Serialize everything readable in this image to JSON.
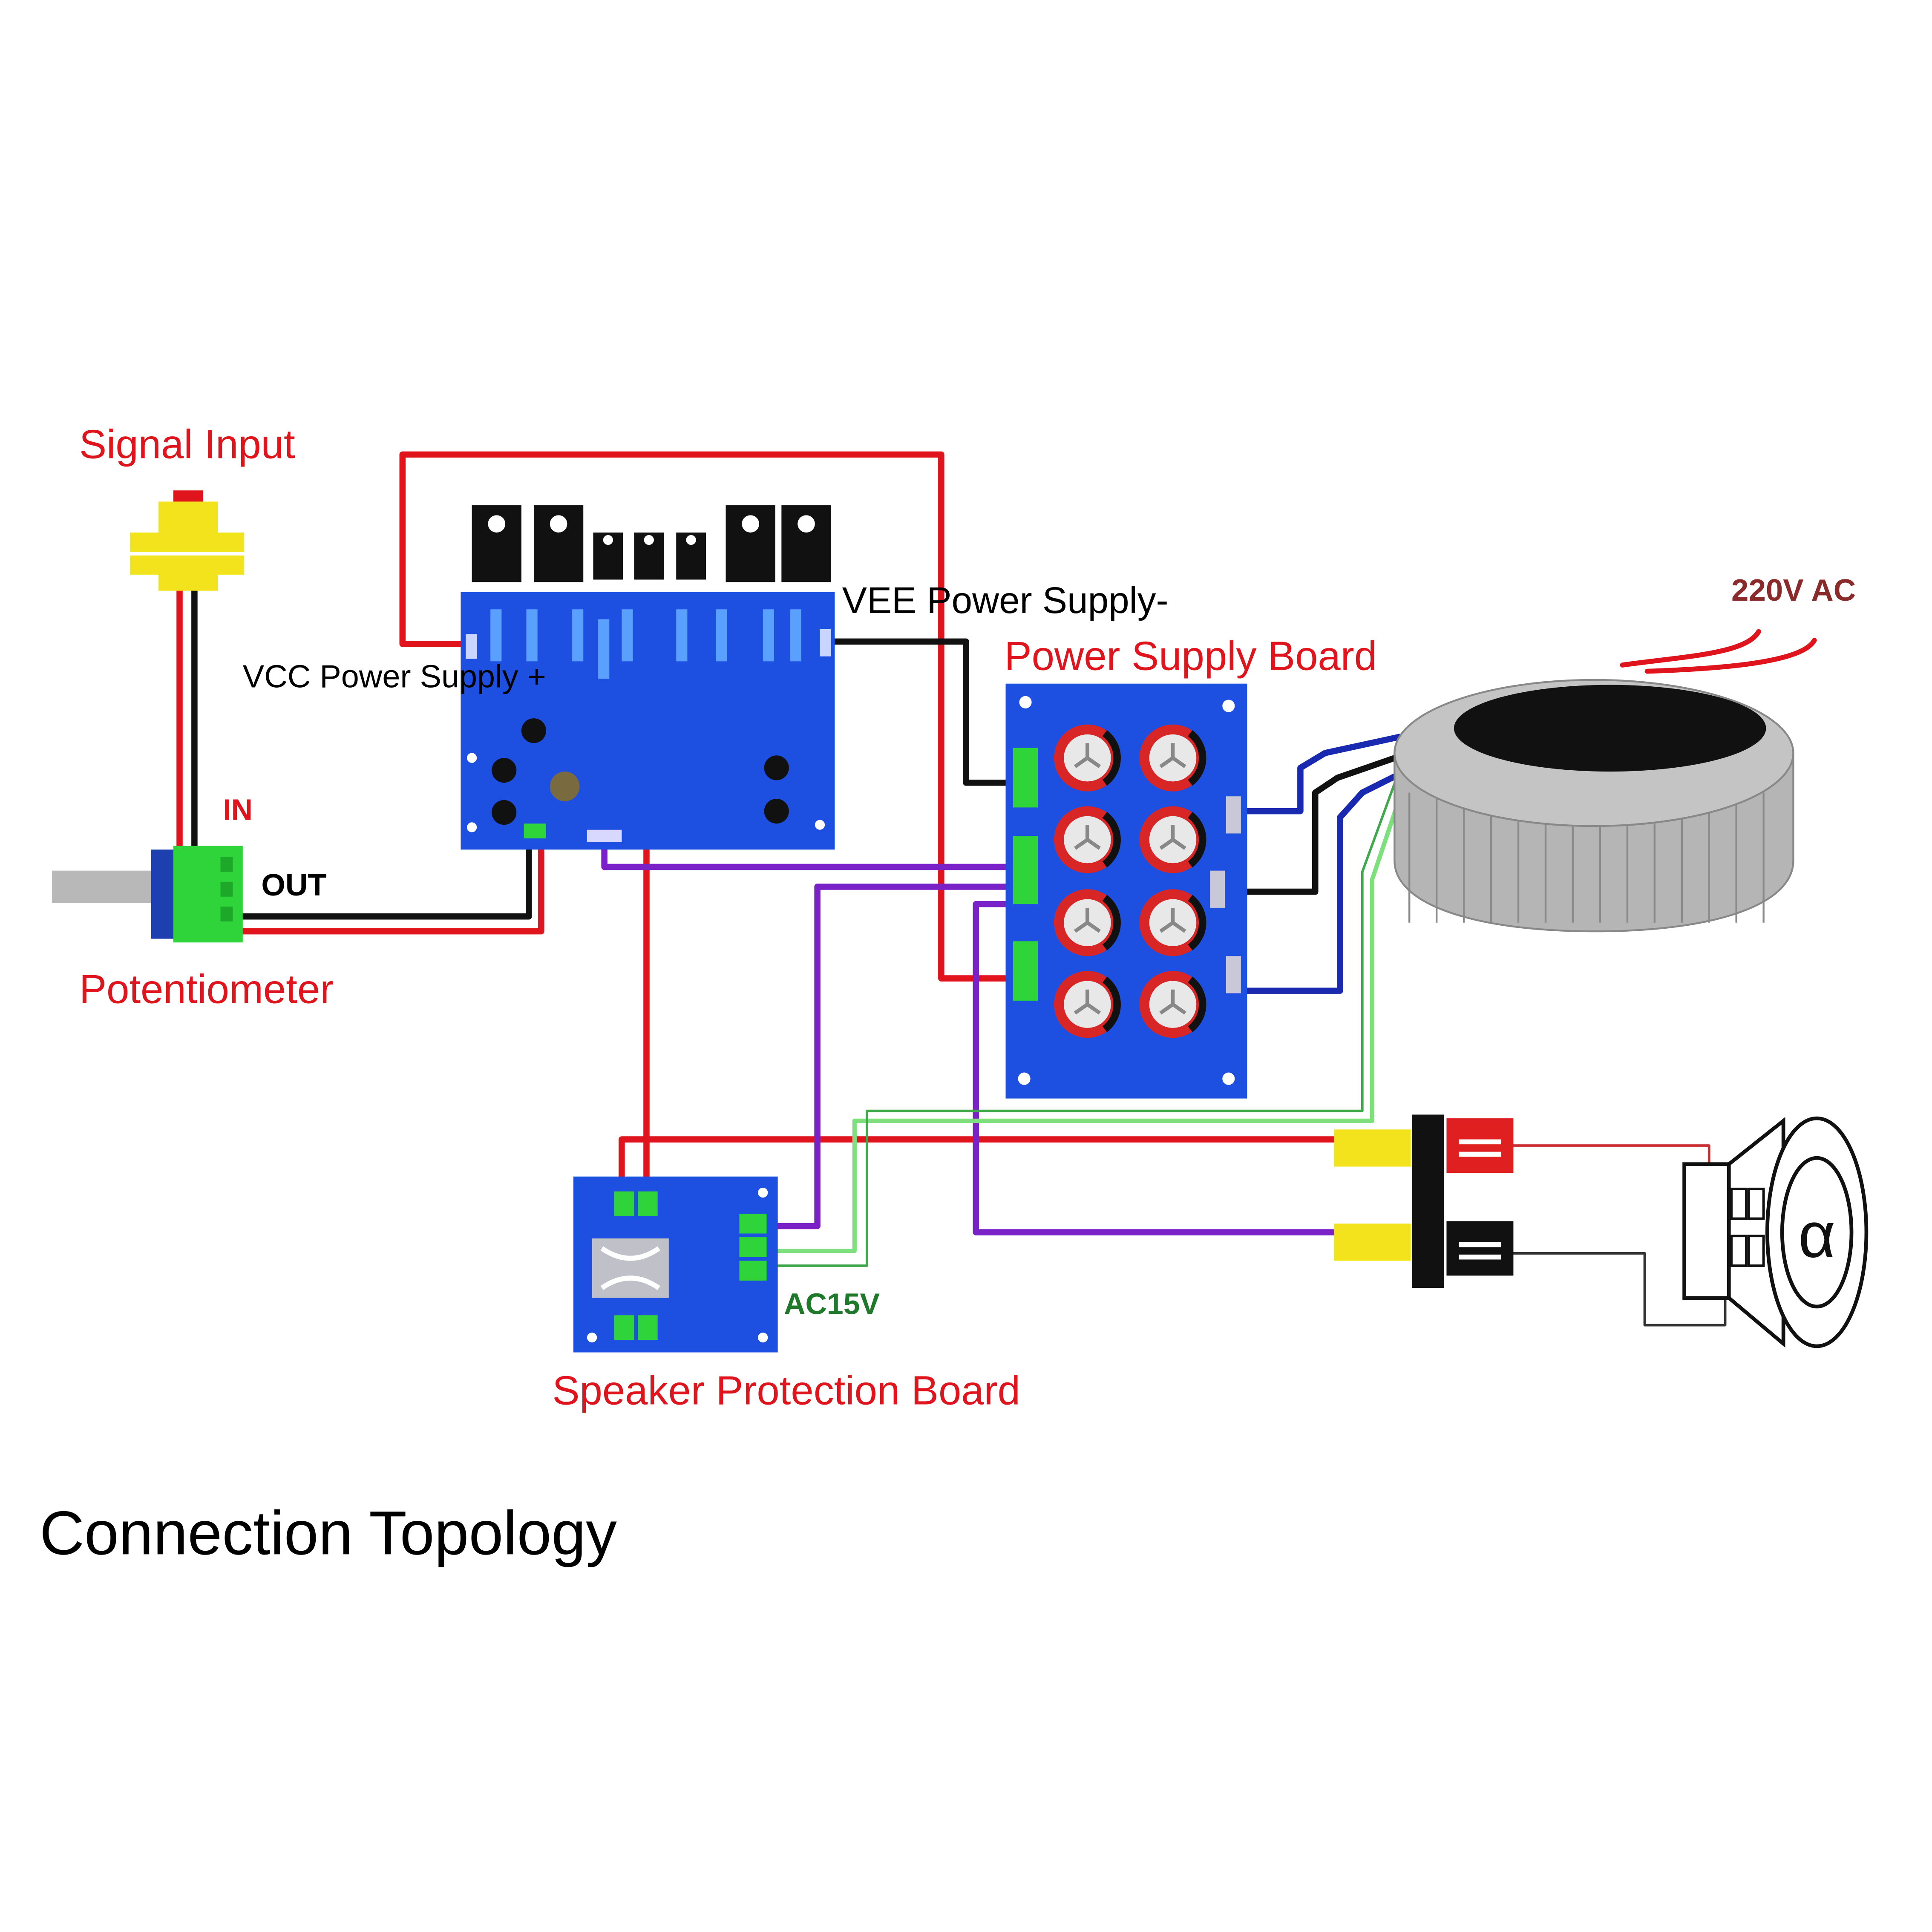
{
  "labels": {
    "signal_input": "Signal Input",
    "in": "IN",
    "out": "OUT",
    "potentiometer": "Potentiometer",
    "vcc": "VCC Power Supply +",
    "vee": "VEE Power Supply-",
    "power_supply_board": "Power Supply Board",
    "ac220": "220V AC",
    "ac15": "AC15V",
    "speaker_protection_board": "Speaker Protection Board",
    "caption": "Connection Topology"
  },
  "colors": {
    "wire_red": "#e0141c",
    "wire_black": "#111111",
    "wire_purple": "#7a22c8",
    "wire_blue": "#1a2ab0",
    "wire_green": "#7ce07c",
    "board_blue": "#1d4fe0",
    "terminal_green": "#2fd43a",
    "connector_yellow": "#f2e31c",
    "label_red": "#e0141c"
  }
}
